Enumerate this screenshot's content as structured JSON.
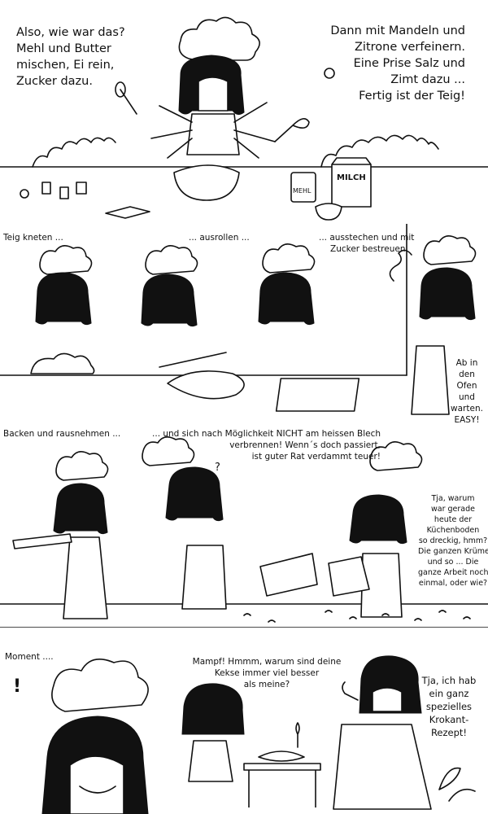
{
  "panel1": {
    "left_caption": [
      "Also, wie war das?",
      "Mehl und Butter",
      "mischen, Ei rein,",
      "Zucker dazu."
    ],
    "right_caption": [
      "Dann mit Mandeln und",
      "Zitrone verfeinern.",
      "Eine Prise Salz und",
      "Zimt dazu ...",
      "Fertig ist der Teig!"
    ],
    "flour_label": "MEHL",
    "milk_label": "MILCH"
  },
  "panel2": {
    "caption_knead": "Teig kneten ...",
    "caption_roll": "... ausrollen ...",
    "caption_cut": [
      "... ausstechen und mit",
      "Zucker bestreuen."
    ],
    "caption_oven": [
      "Ab in",
      "den",
      "Ofen",
      "und",
      "warten.",
      "EASY!"
    ]
  },
  "panel3": {
    "caption_bake": "Backen und rausnehmen ...",
    "caption_burn": [
      "... und sich nach Möglichkeit NICHT am heissen Blech",
      "verbrennen! Wenn´s doch passiert,",
      "ist guter Rat verdammt teuer!"
    ],
    "question_mark": "?",
    "caption_floor": [
      "Tja, warum",
      "war gerade",
      "heute der",
      "Küchenboden",
      "so dreckig, hmm?",
      "Die ganzen Krümel",
      "und so ... Die",
      "ganze Arbeit noch",
      "einmal, oder wie?"
    ]
  },
  "panel4": {
    "caption_moment": "Moment ....",
    "exclaim": "!",
    "caption_mampf": [
      "Mampf! Hmmm, warum sind deine",
      "Kekse immer viel besser",
      "als meine?"
    ],
    "caption_recipe": [
      "Tja, ich hab",
      "ein ganz",
      "spezielles",
      "Krokant-",
      "Rezept!"
    ]
  }
}
